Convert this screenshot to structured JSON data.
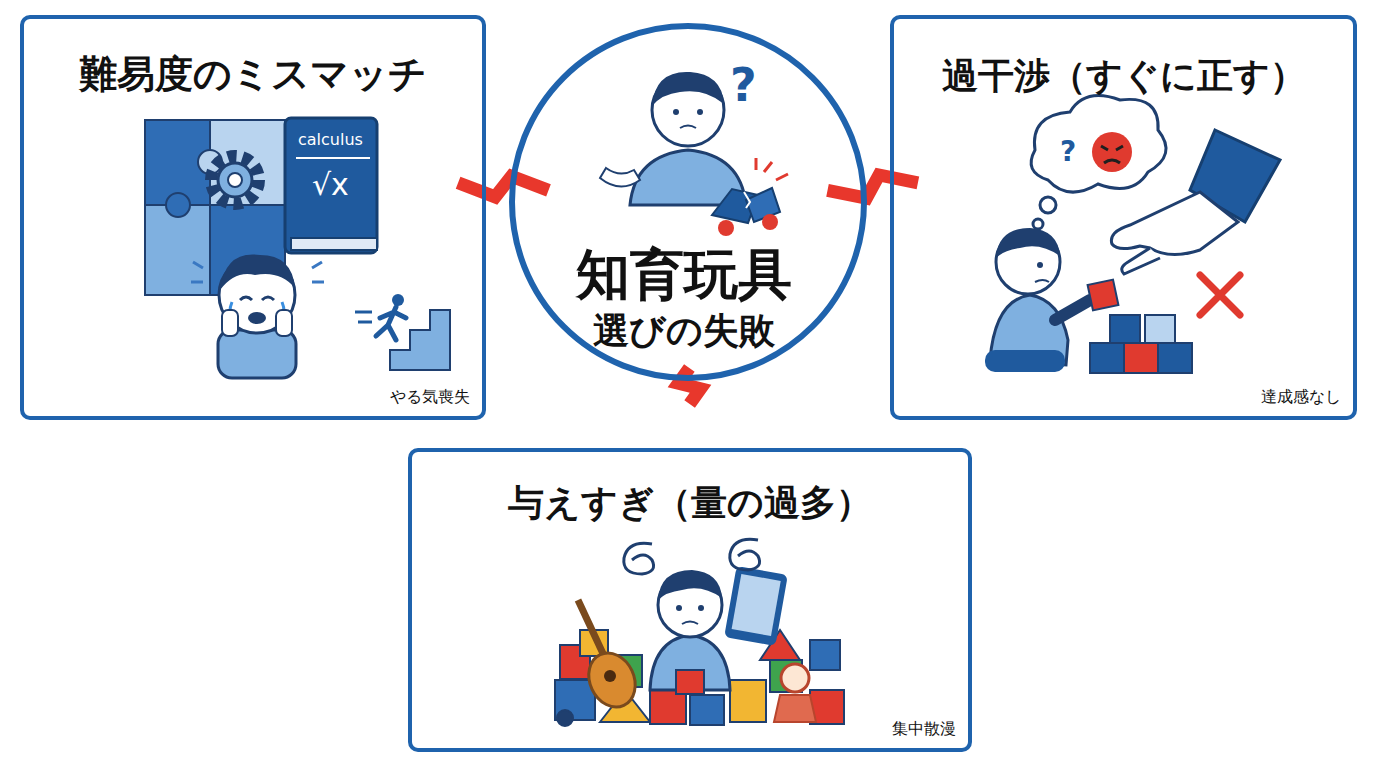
{
  "diagram": {
    "nodes": [
      {
        "text": [
          "難易度のミスマッチ",
          "やる気喪失"
        ]
      },
      {
        "text": [
          "知育玩具",
          "選びの失敗"
        ]
      },
      {
        "text": [
          "過干渉（すぐに正す）",
          "達成感なし"
        ]
      },
      {
        "text": [
          "与えすぎ（量の過多）",
          "集中散漫"
        ]
      }
    ],
    "edges": [
      {
        "from": 1,
        "to": 0,
        "arrow": "to"
      },
      {
        "from": 1,
        "to": 2,
        "arrow": "to"
      },
      {
        "from": 1,
        "to": 3,
        "arrow": "to"
      }
    ],
    "labels": [
      "calculus",
      "√x",
      "?",
      "?"
    ]
  }
}
